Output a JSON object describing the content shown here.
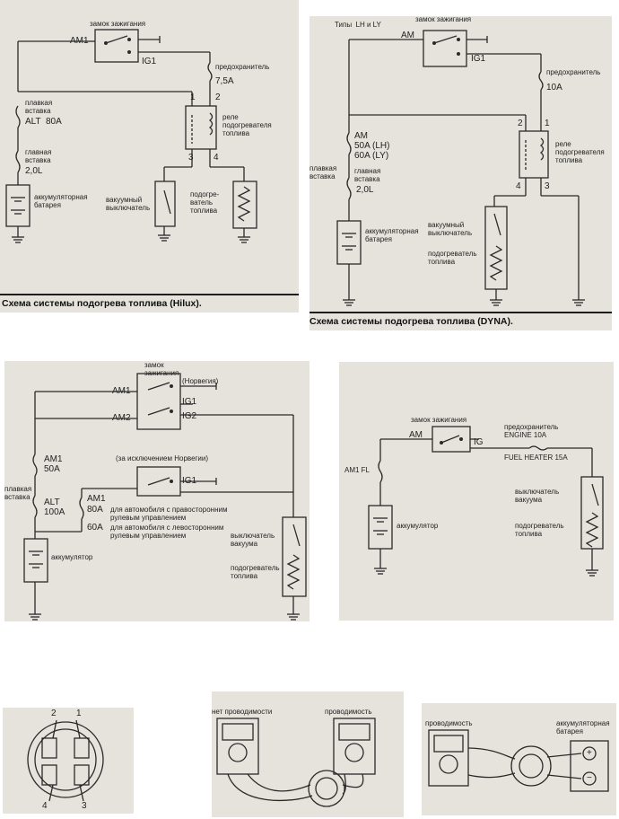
{
  "p1": {
    "ignition": "замок зажигания",
    "am1": "AM1",
    "ig1": "IG1",
    "fuse": "предохранитель",
    "fuse_val": "7,5А",
    "fusible": "плавкая\nвставка",
    "alt": "ALT  80А",
    "main_fusible": "главная\nвставка",
    "val_2l": "2,0L",
    "battery": "аккумуляторная\nбатарея",
    "relay": "реле\nподогревателя\nтоплива",
    "vacuum_switch": "вакуумный\nвыключатель",
    "heater": "подогре-\nватель\nтоплива",
    "pins": [
      "1",
      "2",
      "3",
      "4"
    ],
    "caption": "Схема системы подогрева топлива (Hilux)."
  },
  "p2": {
    "types": "Типы  LH и LY",
    "ignition": "замок зажигания",
    "am": "AM",
    "ig1": "IG1",
    "fuse": "предохранитель",
    "fuse_val": "10A",
    "am_fuse": "AM\n50A (LH)\n60A (LY)",
    "fusible": "плавкая\nвставка",
    "main_fusible": "главная\nвставка",
    "val_2l": "2,0L",
    "battery": "аккумуляторная\nбатарея",
    "relay": "реле\nподогревателя\nтоплива",
    "vacuum_switch": "вакуумный\nвыключатель",
    "heater": "подогреватель\nтоплива",
    "pins": [
      "2",
      "1",
      "4",
      "3"
    ],
    "caption": "Схема системы подогрева топлива (DYNA)."
  },
  "p3": {
    "ignition": "замок\nзажигания",
    "am1": "AM1",
    "am2": "AM2",
    "norway": "(Норвегия)",
    "ig1": "IG1",
    "ig2": "IG2",
    "except_norway": "(за исключением Норвегии)",
    "ig1b": "IG1",
    "am1_fuse": "AM1\n50A",
    "fusible": "плавкая\nвставка",
    "alt_fuse": "ALT\n100A",
    "am1_b": "AM1",
    "v80": "80A",
    "rhd": "для автомобиля с правосторонним\nрулевым управлением",
    "v60": "60A",
    "lhd": "для автомобиля с левосторонним\nрулевым управлением",
    "battery": "аккумулятор",
    "vacuum_switch": "выключатель\nвакуума",
    "heater": "подогреватель\nтоплива"
  },
  "p4": {
    "ignition": "замок зажигания",
    "am": "AM",
    "ig": "IG",
    "fuse": "предохранитель\nENGINE 10A",
    "fuel_heater_fuse": "FUEL HEATER 15A",
    "am1_fl": "AM1 FL",
    "battery": "аккумулятор",
    "vacuum_switch": "выключатель\nвакуума",
    "heater": "подогреватель\nтоплива"
  },
  "p5": {
    "pins": [
      "2",
      "1",
      "4",
      "3"
    ]
  },
  "p6": {
    "no_conduct": "нет проводимости",
    "conduct": "проводимость"
  },
  "p7": {
    "conduct": "проводимость",
    "battery": "аккумуляторная\nбатарея",
    "plus": "+",
    "minus": "−"
  }
}
